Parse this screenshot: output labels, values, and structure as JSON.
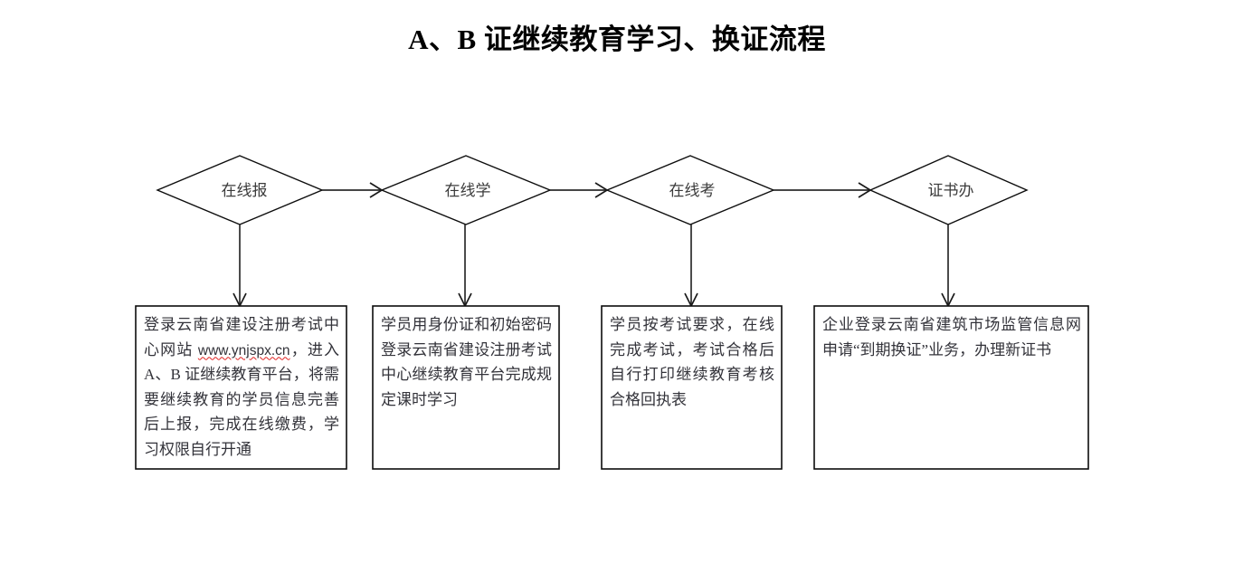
{
  "title": "A、B 证继续教育学习、换证流程",
  "background_color": "#ffffff",
  "stroke_color": "#0d0d0d",
  "text_color": "#33333a",
  "spellcheck_underline_color": "#e02020",
  "steps": [
    {
      "id": "step-1",
      "diamond_label": "在线报",
      "box_text_prefix": "登录云南省建设注册考试中心网站 ",
      "box_url": "www.ynjspx.cn",
      "box_text_suffix": "，进入 A、B 证继续教育平台，将需要继续教育的学员信息完善后上报，完成在线缴费，学习权限自行开通",
      "box_full_text": "登录云南省建设注册考试中心网站 www.ynjspx.cn，进入 A、B 证继续教育平台，将需要继续教育的学员信息完善后上报，完成在线缴费，学习权限自行开通"
    },
    {
      "id": "step-2",
      "diamond_label": "在线学",
      "box_full_text": "学员用身份证和初始密码登录云南省建设注册考试中心继续教育平台完成规定课时学习"
    },
    {
      "id": "step-3",
      "diamond_label": "在线考",
      "box_full_text": "学员按考试要求，在线完成考试，考试合格后自行打印继续教育考核合格回执表"
    },
    {
      "id": "step-4",
      "diamond_label": "证书办",
      "box_full_text": "企业登录云南省建筑市场监管信息网申请“到期换证”业务，办理新证书"
    }
  ],
  "flow": {
    "direction": "left-to-right",
    "connector_type": "open-arrow",
    "diamond_to_box": "downward-arrow"
  }
}
